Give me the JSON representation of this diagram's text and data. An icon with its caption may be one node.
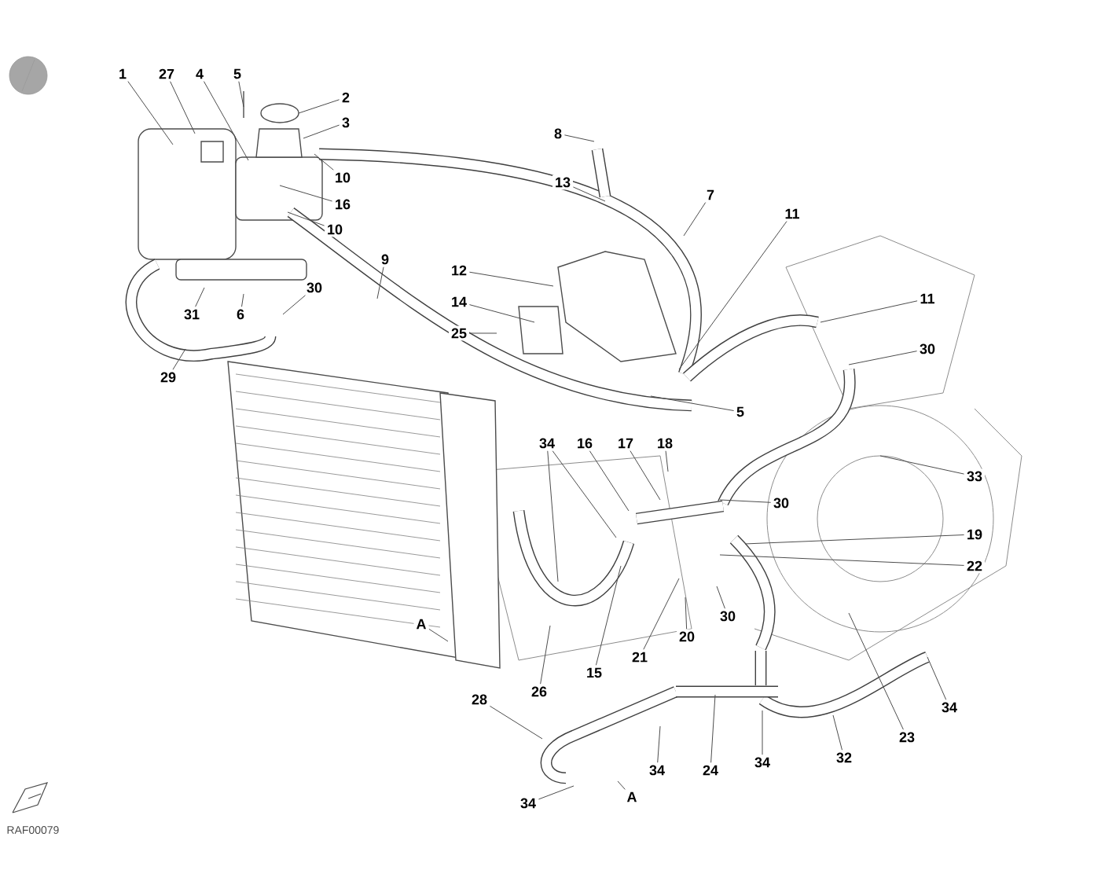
{
  "diagram": {
    "nodes": [
      {
        "text": [
          "1"
        ]
      },
      {
        "text": [
          "27"
        ]
      },
      {
        "text": [
          "4"
        ]
      },
      {
        "text": [
          "5"
        ]
      },
      {
        "text": [
          "2"
        ]
      },
      {
        "text": [
          "3"
        ]
      },
      {
        "text": [
          "10"
        ]
      },
      {
        "text": [
          "16"
        ]
      },
      {
        "text": [
          "10"
        ]
      },
      {
        "text": [
          "8"
        ]
      },
      {
        "text": [
          "13"
        ]
      },
      {
        "text": [
          "7"
        ]
      },
      {
        "text": [
          "11"
        ]
      },
      {
        "text": [
          "9"
        ]
      },
      {
        "text": [
          "12"
        ]
      },
      {
        "text": [
          "30"
        ]
      },
      {
        "text": [
          "11"
        ]
      },
      {
        "text": [
          "14"
        ]
      },
      {
        "text": [
          "31"
        ]
      },
      {
        "text": [
          "6"
        ]
      },
      {
        "text": [
          "25"
        ]
      },
      {
        "text": [
          "30"
        ]
      },
      {
        "text": [
          "29"
        ]
      },
      {
        "text": [
          "5"
        ]
      },
      {
        "text": [
          "34"
        ]
      },
      {
        "text": [
          "16"
        ]
      },
      {
        "text": [
          "17"
        ]
      },
      {
        "text": [
          "18"
        ]
      },
      {
        "text": [
          "33"
        ]
      },
      {
        "text": [
          "30"
        ]
      },
      {
        "text": [
          "19"
        ]
      },
      {
        "text": [
          "22"
        ]
      },
      {
        "text": [
          "A"
        ]
      },
      {
        "text": [
          "30"
        ]
      },
      {
        "text": [
          "20"
        ]
      },
      {
        "text": [
          "21"
        ]
      },
      {
        "text": [
          "15"
        ]
      },
      {
        "text": [
          "26"
        ]
      },
      {
        "text": [
          "28"
        ]
      },
      {
        "text": [
          "34"
        ]
      },
      {
        "text": [
          "23"
        ]
      },
      {
        "text": [
          "32"
        ]
      },
      {
        "text": [
          "34"
        ]
      },
      {
        "text": [
          "24"
        ]
      },
      {
        "text": [
          "34"
        ]
      },
      {
        "text": [
          "A"
        ]
      },
      {
        "text": [
          "34"
        ]
      }
    ],
    "edges": [
      {
        "from": 0,
        "to": null,
        "arrow": "none"
      },
      {
        "from": 1,
        "to": null,
        "arrow": "none"
      },
      {
        "from": 2,
        "to": null,
        "arrow": "none"
      },
      {
        "from": 3,
        "to": null,
        "arrow": "none"
      },
      {
        "from": 4,
        "to": null,
        "arrow": "none"
      },
      {
        "from": 5,
        "to": null,
        "arrow": "none"
      },
      {
        "from": 6,
        "to": null,
        "arrow": "none"
      },
      {
        "from": 7,
        "to": null,
        "arrow": "none"
      },
      {
        "from": 8,
        "to": null,
        "arrow": "none"
      },
      {
        "from": 9,
        "to": null,
        "arrow": "none"
      },
      {
        "from": 10,
        "to": null,
        "arrow": "none"
      },
      {
        "from": 11,
        "to": null,
        "arrow": "none"
      },
      {
        "from": 12,
        "to": null,
        "arrow": "none"
      },
      {
        "from": 13,
        "to": null,
        "arrow": "none"
      },
      {
        "from": 14,
        "to": null,
        "arrow": "none"
      },
      {
        "from": 15,
        "to": null,
        "arrow": "none"
      },
      {
        "from": 16,
        "to": null,
        "arrow": "none"
      },
      {
        "from": 17,
        "to": null,
        "arrow": "none"
      },
      {
        "from": 18,
        "to": null,
        "arrow": "none"
      },
      {
        "from": 19,
        "to": null,
        "arrow": "none"
      },
      {
        "from": 20,
        "to": null,
        "arrow": "none"
      },
      {
        "from": 21,
        "to": null,
        "arrow": "none"
      },
      {
        "from": 22,
        "to": null,
        "arrow": "none"
      },
      {
        "from": 23,
        "to": null,
        "arrow": "none"
      },
      {
        "from": 24,
        "to": null,
        "arrow": "none"
      },
      {
        "from": 24,
        "to": null,
        "arrow": "none"
      },
      {
        "from": 25,
        "to": null,
        "arrow": "none"
      },
      {
        "from": 26,
        "to": null,
        "arrow": "none"
      },
      {
        "from": 27,
        "to": null,
        "arrow": "none"
      },
      {
        "from": 28,
        "to": null,
        "arrow": "none"
      },
      {
        "from": 29,
        "to": null,
        "arrow": "none"
      },
      {
        "from": 30,
        "to": null,
        "arrow": "none"
      },
      {
        "from": 31,
        "to": null,
        "arrow": "none"
      },
      {
        "from": 32,
        "to": null,
        "arrow": "none"
      },
      {
        "from": 33,
        "to": null,
        "arrow": "none"
      },
      {
        "from": 34,
        "to": null,
        "arrow": "none"
      },
      {
        "from": 35,
        "to": null,
        "arrow": "none"
      },
      {
        "from": 36,
        "to": null,
        "arrow": "none"
      },
      {
        "from": 37,
        "to": null,
        "arrow": "none"
      },
      {
        "from": 38,
        "to": null,
        "arrow": "none"
      },
      {
        "from": 39,
        "to": null,
        "arrow": "none"
      },
      {
        "from": 40,
        "to": null,
        "arrow": "none"
      },
      {
        "from": 41,
        "to": null,
        "arrow": "none"
      },
      {
        "from": 42,
        "to": null,
        "arrow": "none"
      },
      {
        "from": 43,
        "to": null,
        "arrow": "none"
      },
      {
        "from": 44,
        "to": null,
        "arrow": "none"
      },
      {
        "from": 45,
        "to": null,
        "arrow": "none"
      },
      {
        "from": 46,
        "to": null,
        "arrow": "none"
      }
    ],
    "labels": [
      "RAF00079"
    ]
  }
}
